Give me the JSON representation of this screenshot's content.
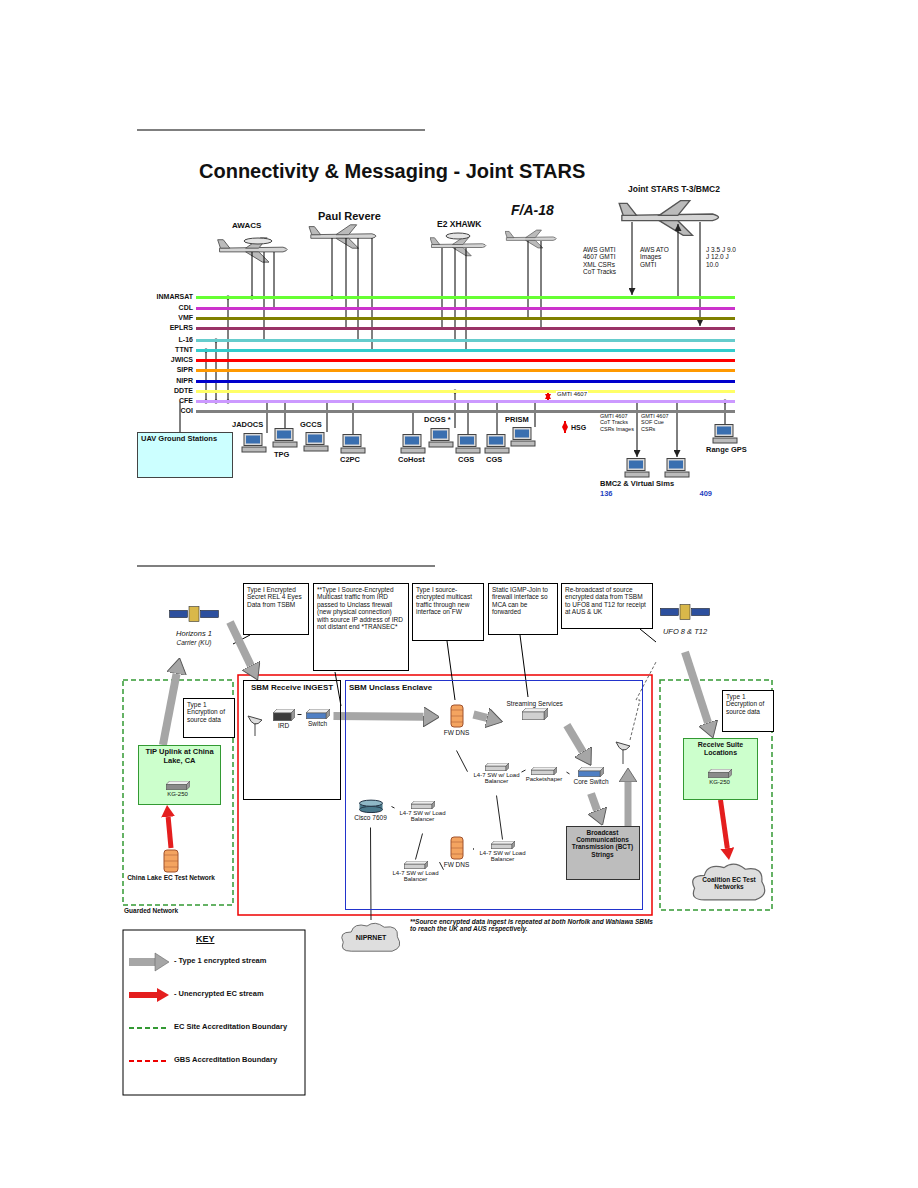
{
  "diagram": {
    "title": "Connectivity & Messaging - Joint STARS",
    "nodes": [
      {
        "text": [
          "AWACS"
        ]
      },
      {
        "text": [
          "Paul Revere"
        ]
      },
      {
        "text": [
          "E2 XHAWK"
        ]
      },
      {
        "text": [
          "F/A-18"
        ]
      },
      {
        "text": [
          "Joint STARS T-3/BMC2"
        ]
      },
      {
        "text": [
          "UAV Ground Stations"
        ]
      },
      {
        "text": [
          "JADOCS"
        ]
      },
      {
        "text": [
          "TPG"
        ]
      },
      {
        "text": [
          "GCCS"
        ]
      },
      {
        "text": [
          "C2PC"
        ]
      },
      {
        "text": [
          "CoHost"
        ]
      },
      {
        "text": [
          "DCGS *"
        ]
      },
      {
        "text": [
          "CGS"
        ]
      },
      {
        "text": [
          "CGS"
        ]
      },
      {
        "text": [
          "PRISM"
        ]
      },
      {
        "text": [
          "BMC2 & Virtual Sims",
          "136",
          "409"
        ]
      },
      {
        "text": [
          "Range GPS"
        ]
      },
      {
        "text": [
          "Horizons 1",
          "Carrier (KU)"
        ]
      },
      {
        "text": [
          "Type I Encrypted Secret REL 4 Eyes Data from TSBM"
        ]
      },
      {
        "text": [
          "**Type I Source-Encrypted Multicast traffic from IRD passed to Unclass firewall (new physical connection) with source IP address of IRD not distant end *TRANSEC*"
        ]
      },
      {
        "text": [
          "Type I source-encrypted multicast traffic through new interface on FW"
        ]
      },
      {
        "text": [
          "Static IGMP-Join to firewall interface so MCA can be forwarded"
        ]
      },
      {
        "text": [
          "Re-broadcast of source encrypted data from TSBM to UFO8 and T12 for receipt at AUS & UK"
        ]
      },
      {
        "text": [
          "UFO 8 & T12"
        ]
      },
      {
        "text": [
          "Type 1 Encryption of source data"
        ]
      },
      {
        "text": [
          "TIP Uplink at China Lake, CA"
        ]
      },
      {
        "text": [
          "KG-250"
        ],
        "in": 25
      },
      {
        "text": [
          "China Lake EC Test Network"
        ]
      },
      {
        "text": [
          "SBM Receive INGEST"
        ]
      },
      {
        "text": [
          "IRD"
        ],
        "in": 28
      },
      {
        "text": [
          "Switch"
        ],
        "in": 28
      },
      {
        "text": [
          "SBM Unclass Enclave"
        ]
      },
      {
        "text": [
          "FW DNS"
        ],
        "in": 31
      },
      {
        "text": [
          "Streaming Services"
        ],
        "in": 31
      },
      {
        "text": [
          "L4-7 SW w/ Load Balancer"
        ],
        "in": 31
      },
      {
        "text": [
          "Packetshaper"
        ],
        "in": 31
      },
      {
        "text": [
          "Core Switch"
        ],
        "in": 31
      },
      {
        "text": [
          "Cisco 7609"
        ],
        "in": 31
      },
      {
        "text": [
          "L4-7 SW w/ Load Balancer"
        ],
        "in": 31
      },
      {
        "text": [
          "FW DNS"
        ],
        "in": 31
      },
      {
        "text": [
          "L4-7 SW w/ Load Balancer"
        ],
        "in": 31
      },
      {
        "text": [
          "L4-7 SW w/ Load Balancer"
        ],
        "in": 31
      },
      {
        "text": [
          "Broadcast Communications Transmission (BCT) Strings"
        ],
        "in": 31
      },
      {
        "text": [
          "Type 1 Decryption of source data"
        ]
      },
      {
        "text": [
          "Receive Suite Locations"
        ]
      },
      {
        "text": [
          "KG-250"
        ],
        "in": 44
      },
      {
        "text": [
          "Coalition EC Test Networks"
        ]
      },
      {
        "text": [
          "NIPRNET"
        ]
      }
    ],
    "edges": [
      {
        "from": 27,
        "to": 25,
        "arrow": "to"
      },
      {
        "from": 25,
        "to": 17,
        "arrow": "to"
      },
      {
        "from": 17,
        "to": 28,
        "arrow": "to"
      },
      {
        "from": 29,
        "to": 30,
        "arrow": "none"
      },
      {
        "from": 30,
        "to": 32,
        "arrow": "to"
      },
      {
        "from": 32,
        "to": 33,
        "arrow": "to"
      },
      {
        "from": 33,
        "to": 36,
        "arrow": "to"
      },
      {
        "from": 37,
        "to": 38,
        "arrow": "none"
      },
      {
        "from": 32,
        "to": 34,
        "arrow": "none"
      },
      {
        "from": 34,
        "to": 35,
        "arrow": "none"
      },
      {
        "from": 35,
        "to": 36,
        "arrow": "none"
      },
      {
        "from": 38,
        "to": 41,
        "arrow": "none"
      },
      {
        "from": 41,
        "to": 39,
        "arrow": "none"
      },
      {
        "from": 39,
        "to": 40,
        "arrow": "none"
      },
      {
        "from": 40,
        "to": 34,
        "arrow": "none"
      },
      {
        "from": 36,
        "to": 42,
        "arrow": "to"
      },
      {
        "from": 23,
        "to": 44,
        "arrow": "to"
      },
      {
        "from": 44,
        "to": 46,
        "arrow": "to"
      },
      {
        "from": 37,
        "to": 47,
        "arrow": "none"
      }
    ],
    "labels": [
      "AWS GMTI 4607 GMTI XML CSRs CoT Tracks",
      "AWS ATO Images GMTI",
      "J 3.5 J 9.0 J 12.0 J 10.0",
      "GMTI 4607",
      "HSG",
      "GMTI 4607 CoT Tracks CSRs Images",
      "GMTI 4607 SOF Cue CSRs",
      "Guarded Network",
      "**Source encrypted data ingest is repeated at both Norfolk and Wahiawa SBMs to reach the UK and AUS respectively.",
      "KEY"
    ],
    "legend": [
      {
        "text": "INMARSAT",
        "color": "#66ff33"
      },
      {
        "text": "CDL",
        "color": "#cc33cc"
      },
      {
        "text": "VMF",
        "color": "#808000"
      },
      {
        "text": "EPLRS",
        "color": "#993366"
      },
      {
        "text": "L-16",
        "color": "#66cccc"
      },
      {
        "text": "TTNT",
        "color": "#33cccc"
      },
      {
        "text": "JWICS",
        "color": "#ff0000"
      },
      {
        "text": "SIPR",
        "color": "#ff9900"
      },
      {
        "text": "NIPR",
        "color": "#0000cc"
      },
      {
        "text": "DDTE",
        "color": "#ffff66"
      },
      {
        "text": "CFE",
        "color": "#cc99ff"
      },
      {
        "text": "COI",
        "color": "#808080"
      },
      {
        "text": "- Type 1 encrypted stream"
      },
      {
        "text": "- Unencrypted EC stream"
      },
      {
        "text": "EC Site Accreditation Boundary"
      },
      {
        "text": "GBS Accreditation Boundary"
      }
    ]
  }
}
